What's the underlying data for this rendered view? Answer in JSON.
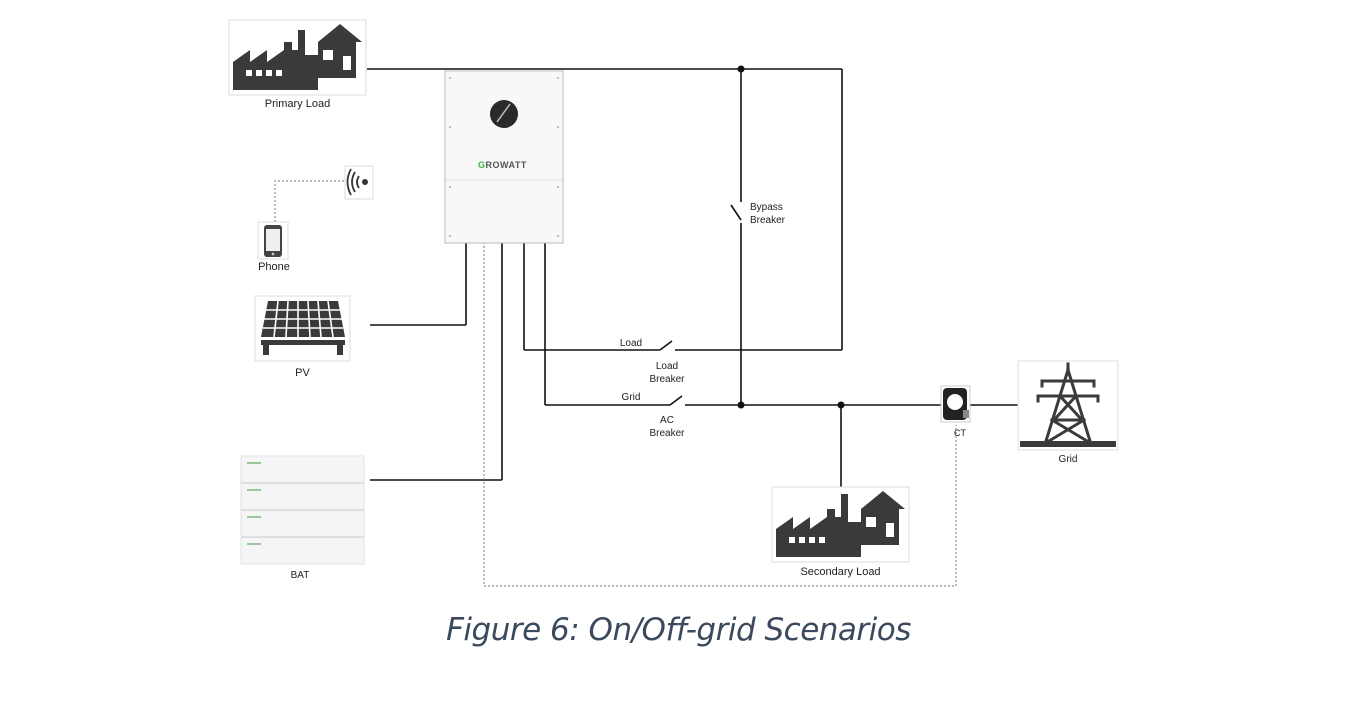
{
  "labels": {
    "primary_load": "Primary Load",
    "phone": "Phone",
    "pv": "PV",
    "bat": "BAT",
    "bypass_breaker": "Bypass\nBreaker",
    "load": "Load",
    "load_breaker": "Load\nBreaker",
    "grid_line": "Grid",
    "ac_breaker": "AC\nBreaker",
    "ct": "CT",
    "grid": "Grid",
    "secondary_load": "Secondary Load"
  },
  "inverter": {
    "brand_first": "G",
    "brand_rest": "ROWATT"
  },
  "caption": "Figure 6: On/Off-grid Scenarios",
  "colors": {
    "line": "#111111",
    "icon": "#3a3a3a",
    "brand_green": "#3bb54a",
    "caption": "#3a4a5c"
  }
}
